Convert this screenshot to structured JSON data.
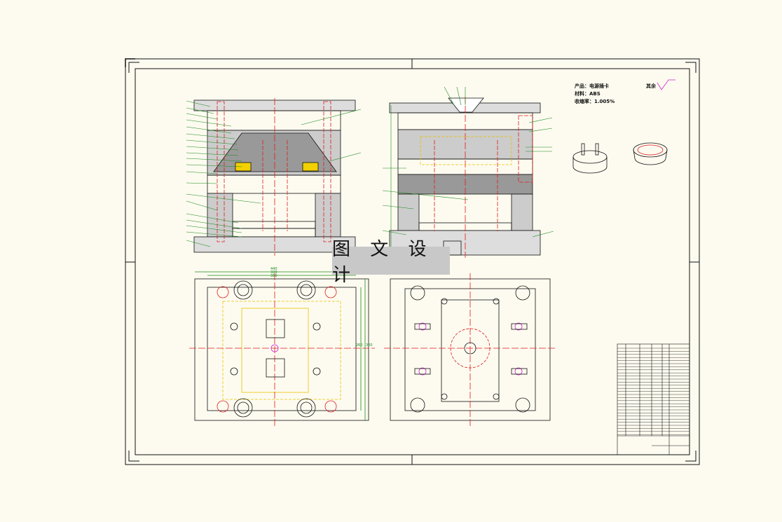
{
  "watermark": "图 文 设 计",
  "product_info": {
    "product_line": "产品：电源插卡",
    "material_line": "材料：ABS",
    "shrink_line": "收缩率：1.005%"
  },
  "surface_label": "其余",
  "dimensions": {
    "overall_width": "440",
    "width_2": "330",
    "width_3": "310",
    "height_1": "260",
    "height_2": "320"
  },
  "colors": {
    "line": "#111111",
    "centerline": "#e01b1b",
    "leader": "#1a8a1a",
    "hidden": "#e6c200",
    "accent": "#d020d0",
    "hatch": "#666666"
  }
}
